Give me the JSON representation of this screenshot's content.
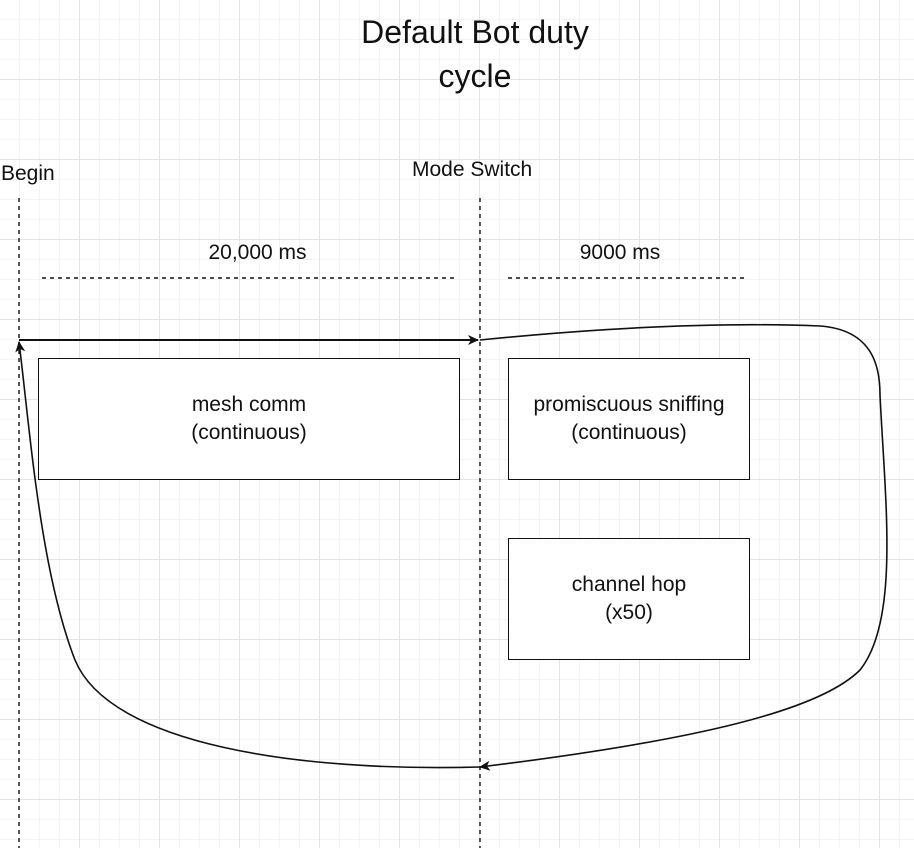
{
  "title": {
    "line1": "Default Bot duty",
    "line2": "cycle"
  },
  "markers": {
    "begin": "Begin",
    "mode_switch": "Mode Switch"
  },
  "durations": {
    "phase1": "20,000 ms",
    "phase2": "9000 ms"
  },
  "boxes": {
    "mesh": {
      "line1": "mesh comm",
      "line2": "(continuous)"
    },
    "sniff": {
      "line1": "promiscuous sniffing",
      "line2": "(continuous)"
    },
    "hop": {
      "line1": "channel hop",
      "line2": "(x50)"
    }
  },
  "colors": {
    "line": "#111111",
    "grid_major": "#e4e4e4",
    "grid_minor": "#f4f4f4",
    "background": "#ffffff"
  }
}
